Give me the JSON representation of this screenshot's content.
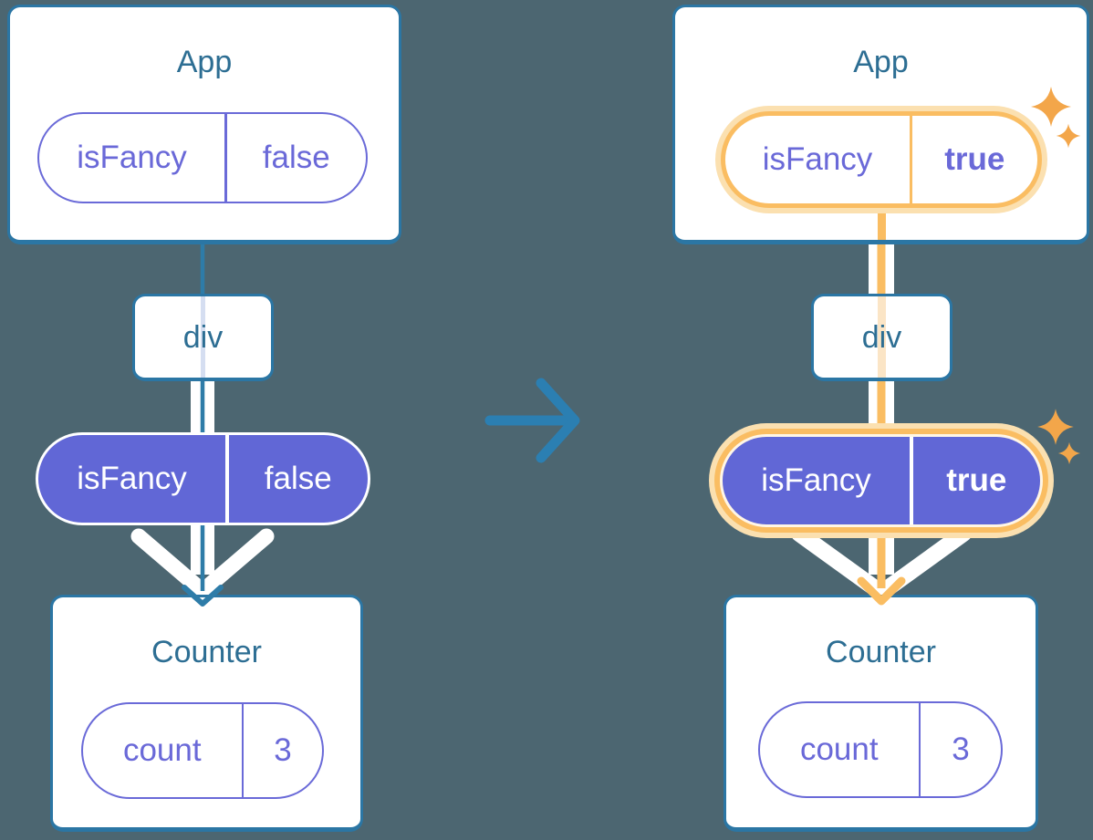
{
  "diagram": {
    "description": "React component tree before and after state change",
    "background_color": "#4C6671",
    "colors": {
      "card_border": "#2B76A4",
      "title_text": "#2D6E93",
      "purple_text": "#6A69D8",
      "purple_fill": "#6167D6",
      "teal_flow_line": "#2E7CA8",
      "orange_flow_line": "#FABD62",
      "orange_glow": "#FBE0B0",
      "orange_pale_stripe": "#FBE5C6",
      "lavender_pale_stripe": "#D5DEF1",
      "sparkle": "#F3A64A",
      "transition_arrow": "#2B7FB2",
      "white": "#FFFFFF"
    },
    "icons": {
      "transition_arrow": "right-arrow-icon",
      "flow_arrow": "down-arrow-icon",
      "sparkle": "sparkle-icon"
    }
  },
  "before": {
    "app_title": "App",
    "app_state": {
      "name": "isFancy",
      "value": "false"
    },
    "div_title": "div",
    "prop": {
      "name": "isFancy",
      "value": "false"
    },
    "counter_title": "Counter",
    "counter_state": {
      "name": "count",
      "value": "3"
    }
  },
  "after": {
    "app_title": "App",
    "app_state": {
      "name": "isFancy",
      "value": "true"
    },
    "div_title": "div",
    "prop": {
      "name": "isFancy",
      "value": "true"
    },
    "counter_title": "Counter",
    "counter_state": {
      "name": "count",
      "value": "3"
    }
  }
}
